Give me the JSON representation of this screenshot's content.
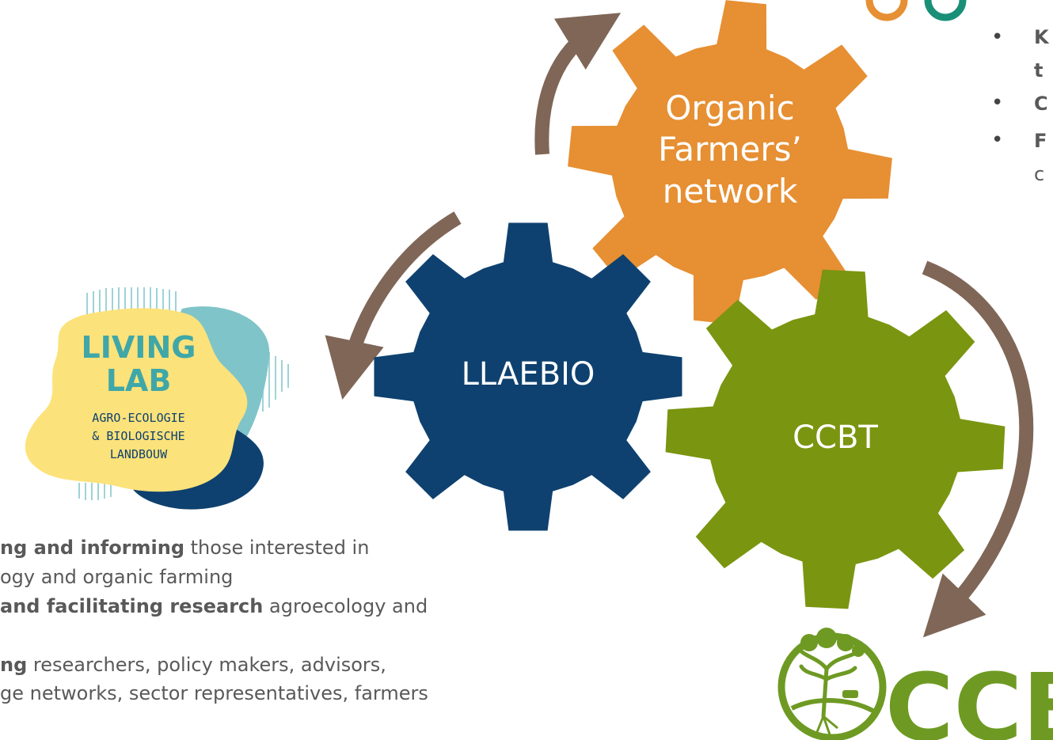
{
  "gears": {
    "organic": {
      "line1": "Organic",
      "line2": "Farmers’",
      "line3": "network",
      "color": "#E68F33"
    },
    "llaebio": {
      "label": "LLAEBIO",
      "color": "#0E416F"
    },
    "ccbt": {
      "label": "CCBT",
      "color": "#7A9510"
    }
  },
  "arrow_color": "#7F6657",
  "logo_living_lab": {
    "line1": "LIVING",
    "line2": "LAB",
    "line3": "AGRO-ECOLOGIE",
    "line4": "& BIOLOGISCHE",
    "line5": "LANDBOUW"
  },
  "logo_ccbt": {
    "text": "CCB"
  },
  "right_bullets": [
    {
      "bullet": "•",
      "text": "K"
    },
    {
      "bullet": "",
      "text": "t"
    },
    {
      "bullet": "•",
      "text": "C"
    },
    {
      "bullet": "•",
      "text": "F"
    },
    {
      "bullet": "",
      "text": "c"
    }
  ],
  "bottom_text": {
    "l1_bold": "ng and informing",
    "l1_rest": " those interested in",
    "l2": "ogy and organic farming",
    "l3_bold": "and facilitating research",
    "l3_rest": " agroecology and",
    "l4_bold": "ng",
    "l4_rest": " researchers, policy makers, advisors,",
    "l5": "ge networks, sector representatives, farmers"
  }
}
